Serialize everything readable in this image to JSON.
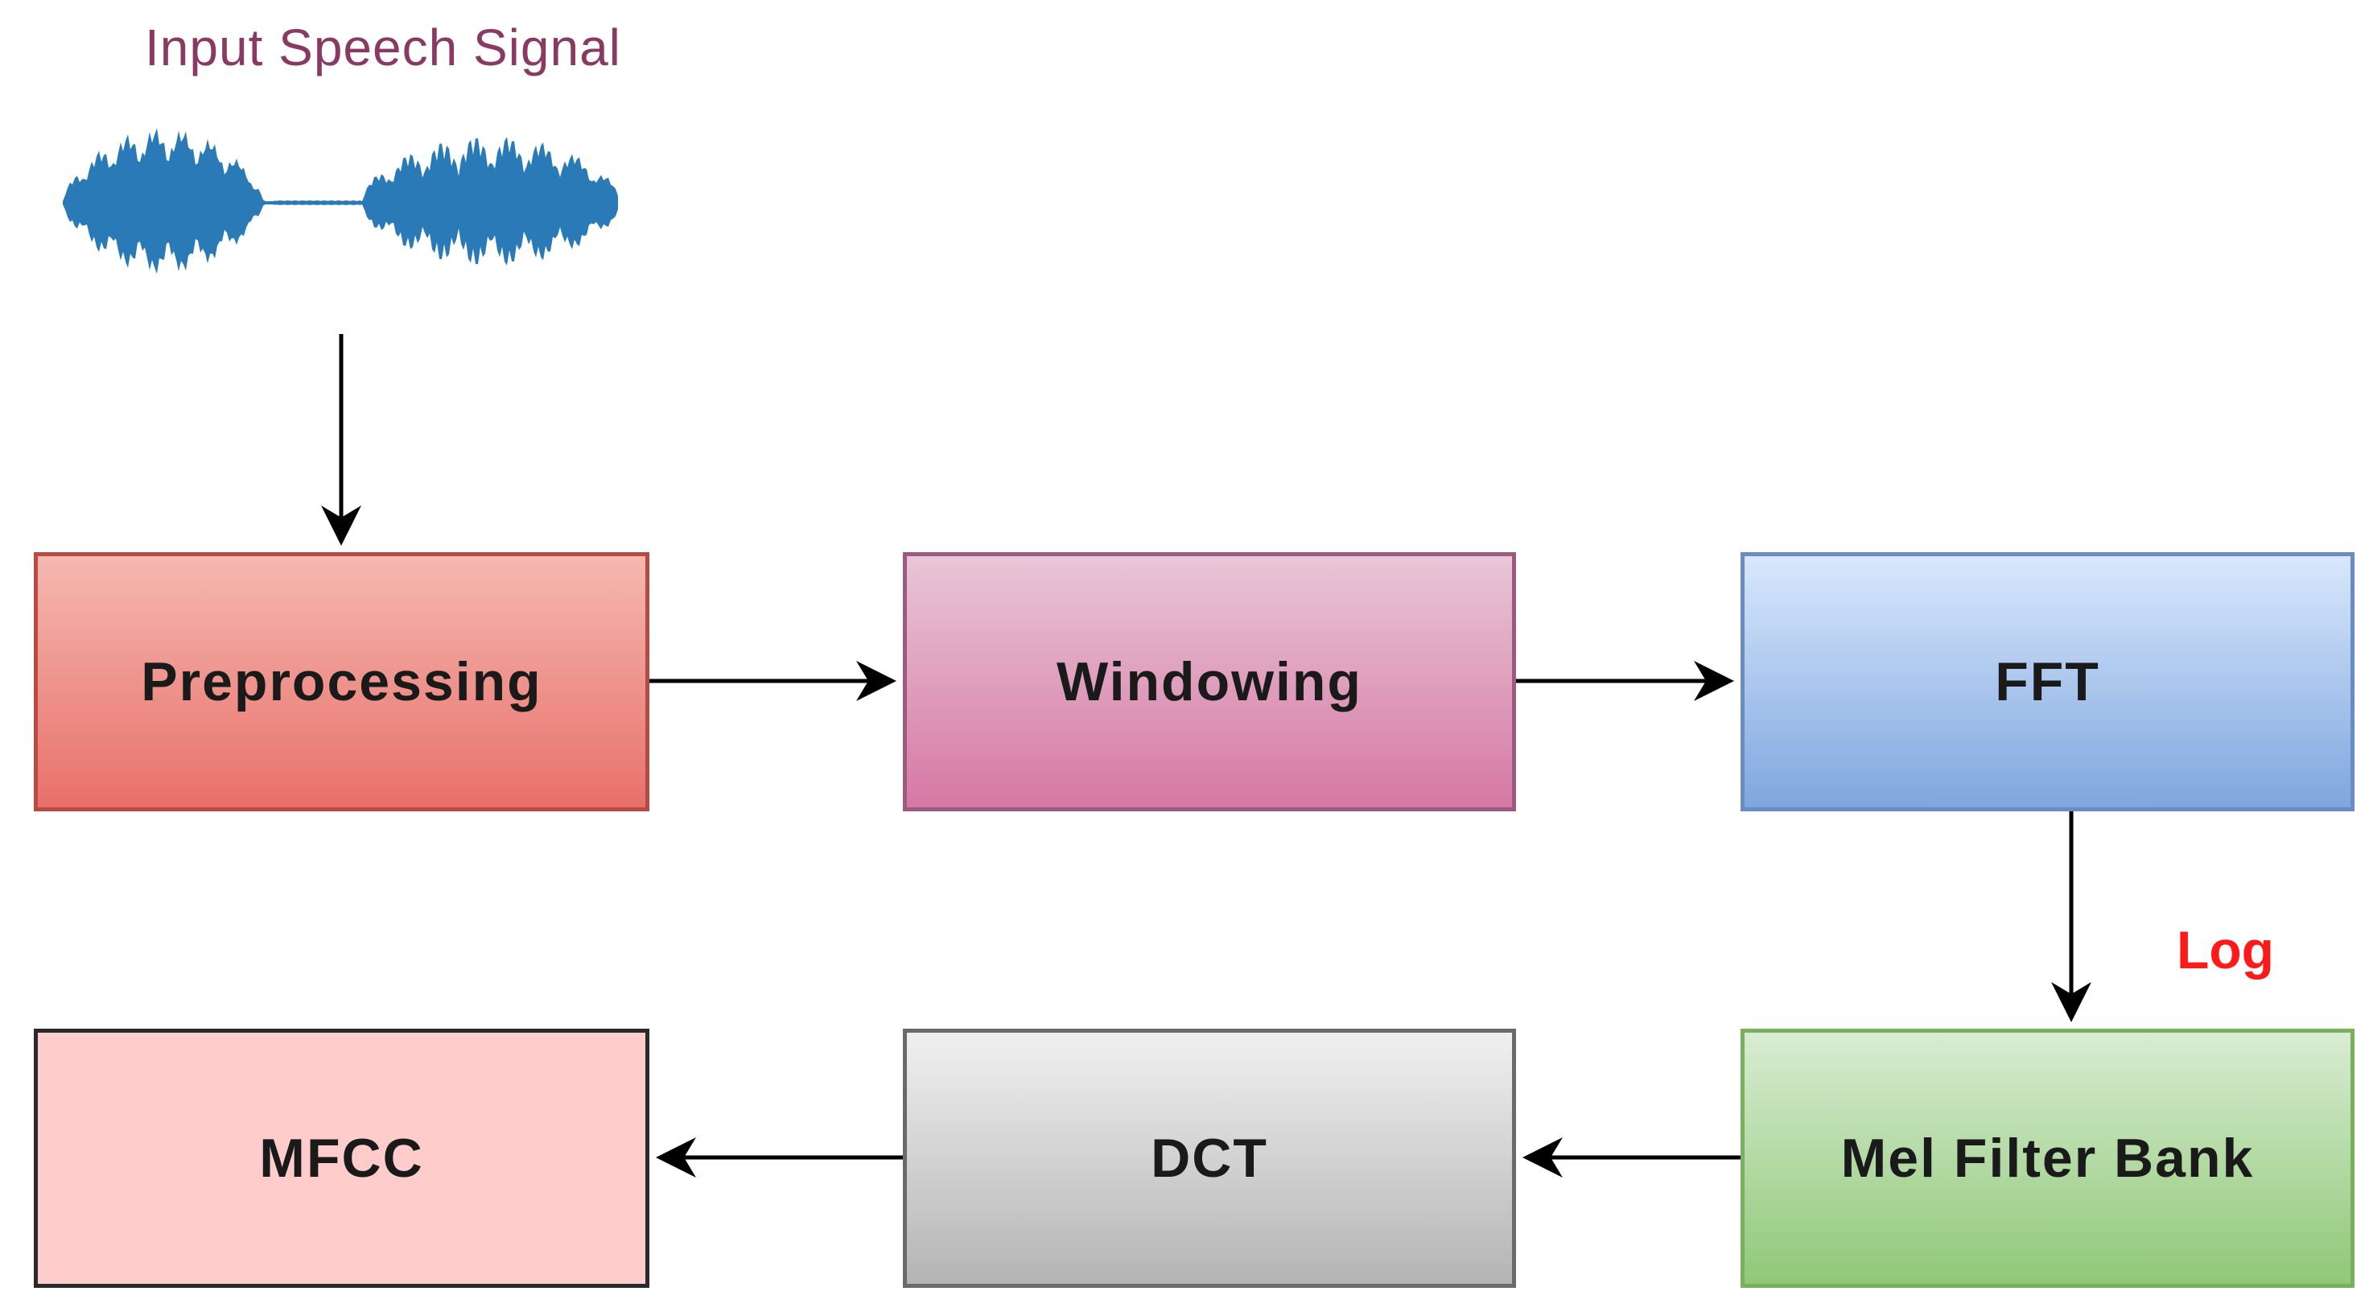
{
  "title": "Input Speech Signal",
  "log_label": "Log",
  "blocks": {
    "preprocessing": "Preprocessing",
    "windowing": "Windowing",
    "fft": "FFT",
    "mel": "Mel Filter Bank",
    "dct": "DCT",
    "mfcc": "MFCC"
  },
  "colors": {
    "waveform": "#2a7ab8",
    "title": "#8a3a62",
    "log": "#ff1a1a",
    "arrow": "#000000"
  },
  "icons": {
    "waveform": "speech-waveform-icon"
  }
}
